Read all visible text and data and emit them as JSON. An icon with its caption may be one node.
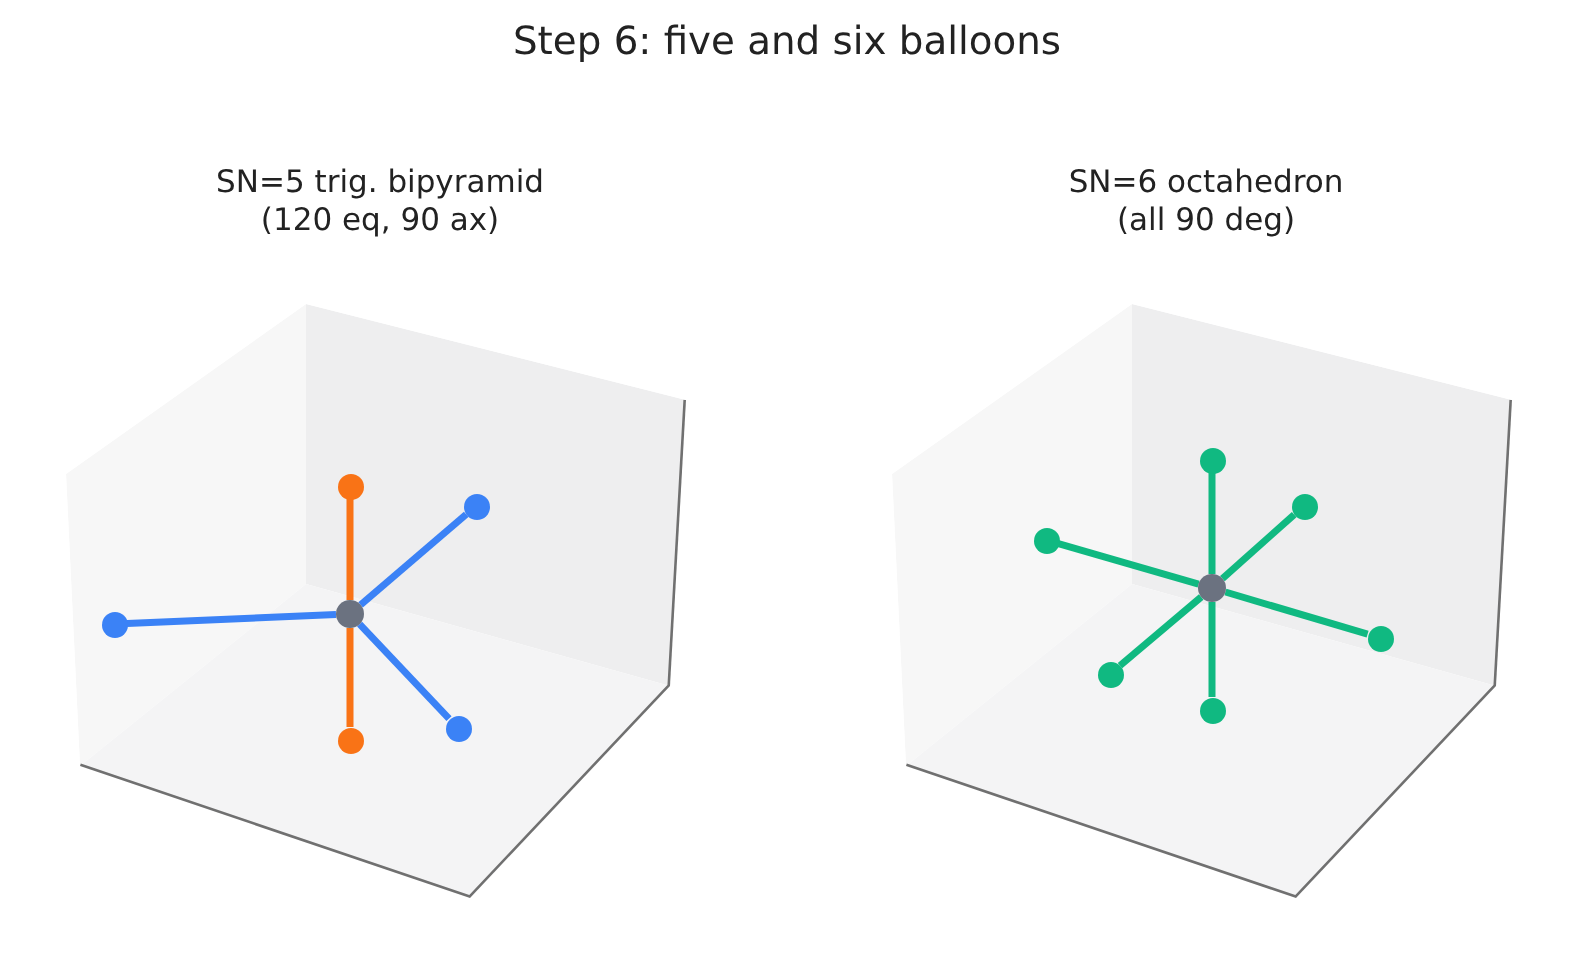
{
  "diagram": {
    "title": "Step 6: five and six balloons",
    "nodes": [
      {
        "text": [
          "SN=5 trig. bipyramid (120 eq, 90 ax)"
        ]
      },
      {
        "text": [],
        "shape": "circle",
        "in": 0
      },
      {
        "text": [],
        "shape": "circle",
        "in": 0
      },
      {
        "text": [],
        "shape": "circle",
        "in": 0
      },
      {
        "text": [],
        "shape": "circle",
        "in": 0
      },
      {
        "text": [],
        "shape": "circle",
        "in": 0
      },
      {
        "text": [],
        "shape": "circle",
        "in": 0
      },
      {
        "text": [
          "SN=6 octahedron (all 90 deg)"
        ]
      },
      {
        "text": [],
        "shape": "circle",
        "in": 7
      },
      {
        "text": [],
        "shape": "circle",
        "in": 7
      },
      {
        "text": [],
        "shape": "circle",
        "in": 7
      },
      {
        "text": [],
        "shape": "circle",
        "in": 7
      },
      {
        "text": [],
        "shape": "circle",
        "in": 7
      },
      {
        "text": [],
        "shape": "circle",
        "in": 7
      },
      {
        "text": [],
        "shape": "circle",
        "in": 7
      }
    ],
    "edges": [
      {
        "from": 1,
        "to": 2,
        "arrow": "none",
        "color": "#3b82f6"
      },
      {
        "from": 1,
        "to": 3,
        "arrow": "none",
        "color": "#f97316"
      },
      {
        "from": 1,
        "to": 4,
        "arrow": "none",
        "color": "#f97316"
      },
      {
        "from": 1,
        "to": 5,
        "arrow": "none",
        "color": "#3b82f6"
      },
      {
        "from": 1,
        "to": 6,
        "arrow": "none",
        "color": "#3b82f6"
      },
      {
        "from": 8,
        "to": 9,
        "arrow": "none"
      },
      {
        "from": 8,
        "to": 10,
        "arrow": "none"
      },
      {
        "from": 8,
        "to": 11,
        "arrow": "none"
      },
      {
        "from": 8,
        "to": 12,
        "arrow": "none"
      },
      {
        "from": 8,
        "to": 13,
        "arrow": "none"
      },
      {
        "from": 8,
        "to": 14,
        "arrow": "none"
      }
    ]
  }
}
